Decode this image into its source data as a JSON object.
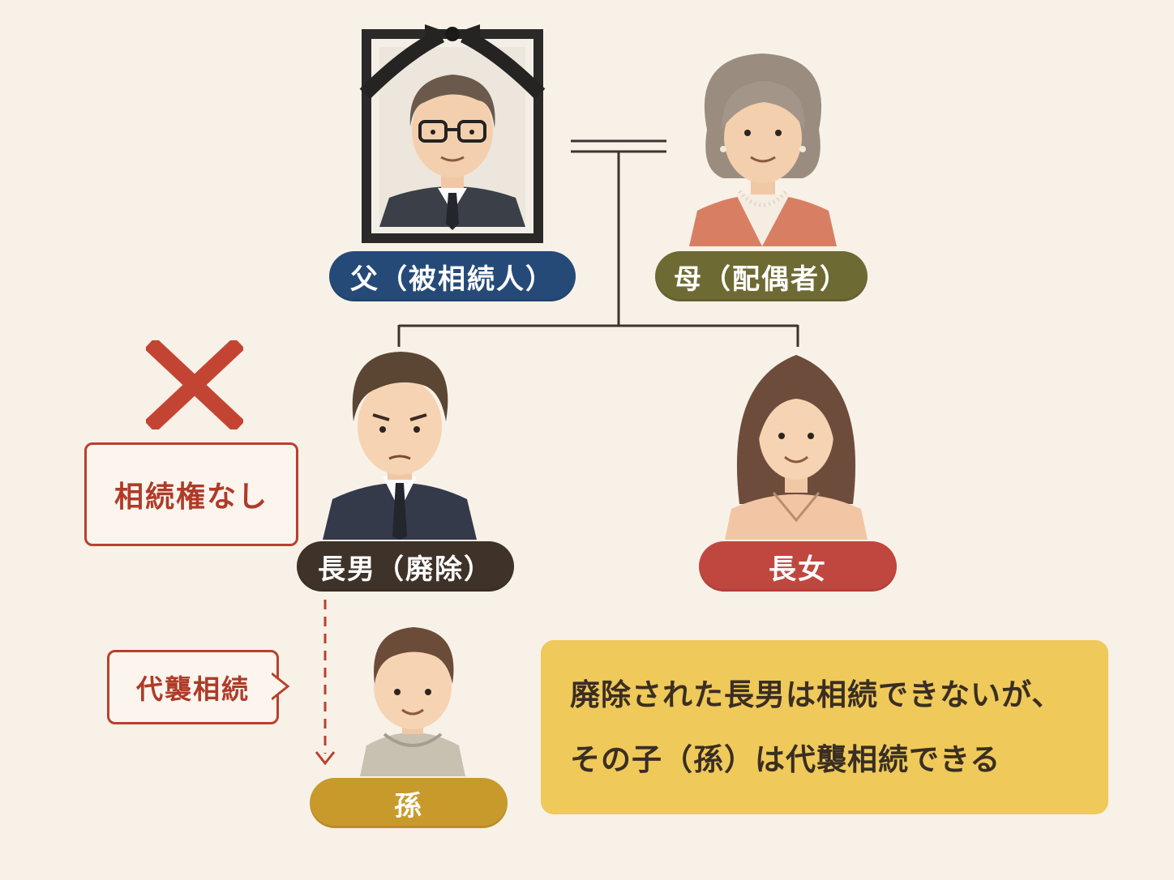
{
  "people": {
    "father": {
      "label": "父（被相続人）"
    },
    "mother": {
      "label": "母（配偶者）"
    },
    "eldest_son": {
      "label": "長男（廃除）"
    },
    "eldest_daughter": {
      "label": "長女"
    },
    "grandchild": {
      "label": "孫"
    }
  },
  "annotations": {
    "no_inheritance": "相続権なし",
    "representation": "代襲相続"
  },
  "note": {
    "line1": "廃除された長男は相続できないが、",
    "line2": "その子（孫）は代襲相続できる"
  },
  "colors": {
    "background": "#f8f1e8",
    "father_pill": "#264a78",
    "mother_pill": "#6e6a33",
    "son_pill": "#3f3229",
    "daughter_pill": "#c0473f",
    "grandchild_pill": "#c89a2c",
    "accent_red": "#b8412d",
    "note_bg": "#efc95a"
  }
}
